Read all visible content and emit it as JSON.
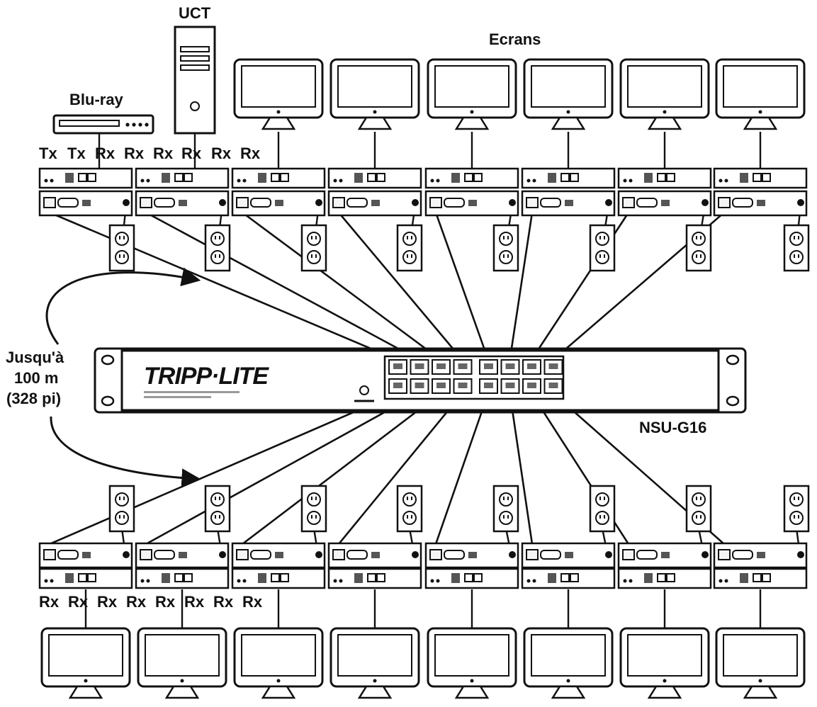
{
  "labels": {
    "blu_ray": "Blu-ray",
    "uct": "UCT",
    "ecrans": "Ecrans",
    "distance": [
      "Jusqu'à",
      "100 m",
      "(328 pi)"
    ],
    "model": "NSU-G16",
    "brand": "TRIPP·LITE"
  },
  "top_row_roles": [
    "Tx",
    "Tx",
    "Rx",
    "Rx",
    "Rx",
    "Rx",
    "Rx",
    "Rx"
  ],
  "bottom_row_roles": [
    "Rx",
    "Rx",
    "Rx",
    "Rx",
    "Rx",
    "Rx",
    "Rx",
    "Rx"
  ],
  "colors": {
    "stroke": "#111111",
    "fill": "#ffffff",
    "panel": "#f4f4f4"
  }
}
